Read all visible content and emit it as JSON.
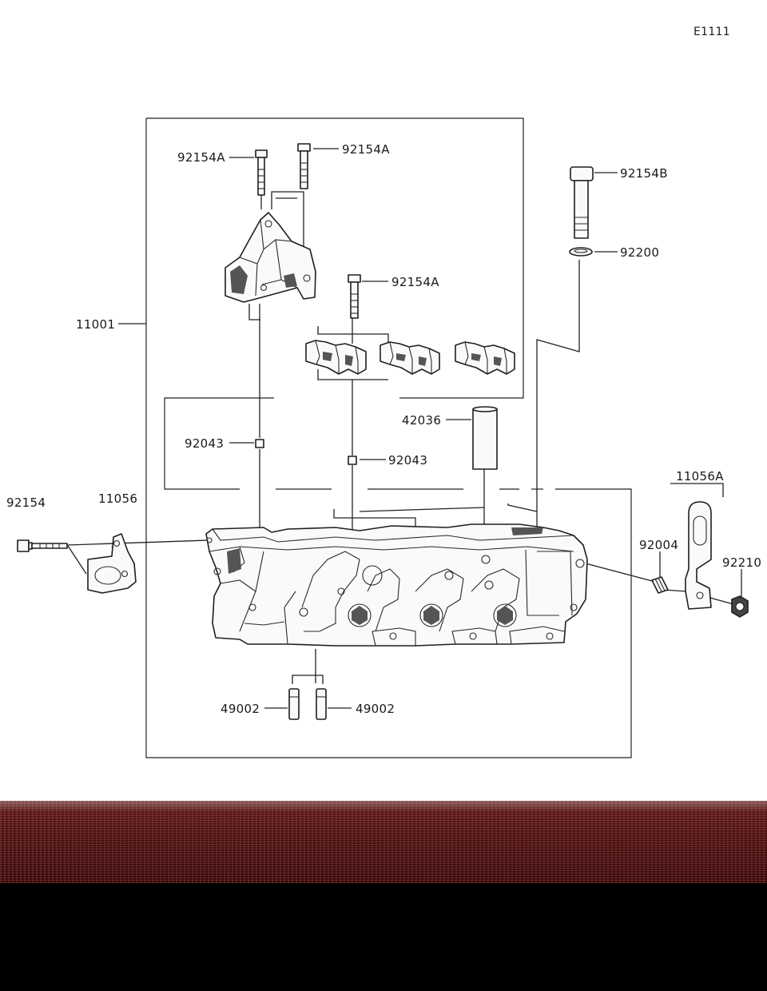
{
  "document": {
    "code": "E1111"
  },
  "labels": {
    "bolt_a_left": "92154A",
    "bolt_a_right": "92154A",
    "bolt_a_mid": "92154A",
    "bolt_b": "92154B",
    "washer": "92200",
    "head_assembly": "11001",
    "dowel_left": "92043",
    "dowel_right": "92043",
    "tube": "42036",
    "side_bolt": "92154",
    "bracket": "11056",
    "bracket_a": "11056A",
    "stud": "92004",
    "nut": "92210",
    "guide_left": "49002",
    "guide_right": "49002"
  },
  "colors": {
    "line": "#222222",
    "noise_band": "#4c0e0e",
    "bottom_band": "#000000"
  }
}
